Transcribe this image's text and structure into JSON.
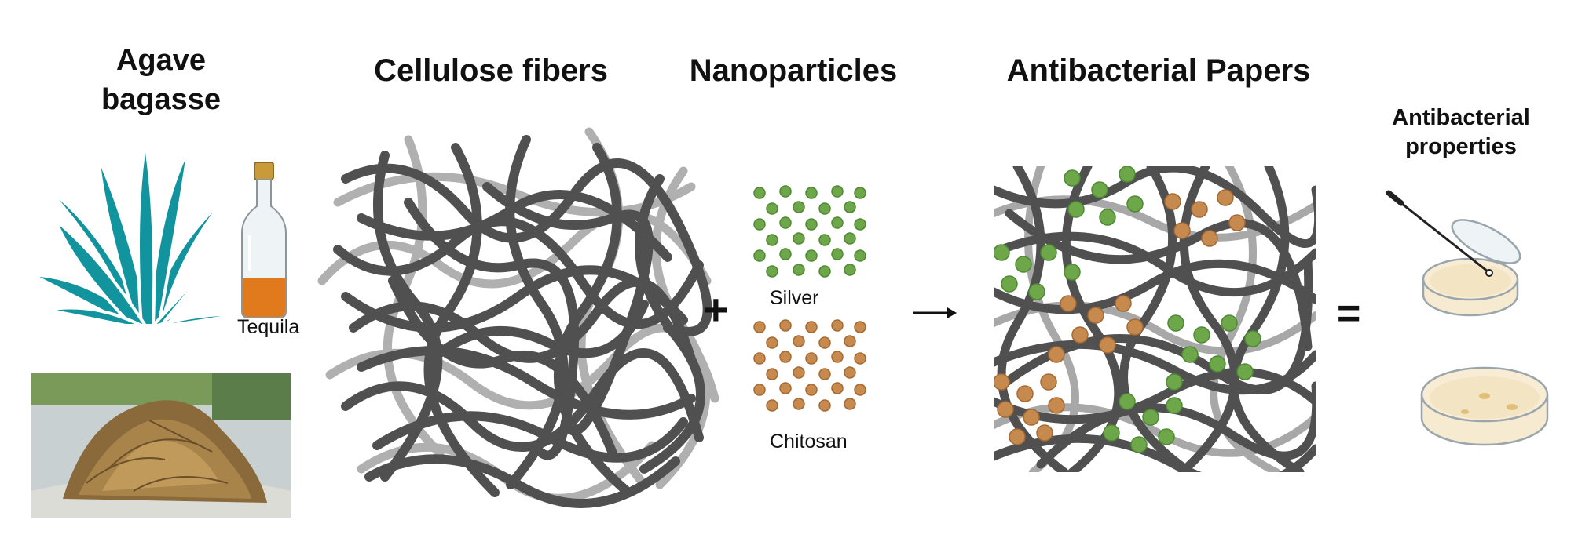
{
  "titles": {
    "agave_line1": "Agave",
    "agave_line2": "bagasse",
    "cellulose": "Cellulose fibers",
    "nanoparticles": "Nanoparticles",
    "papers": "Antibacterial Papers",
    "properties_line1": "Antibacterial",
    "properties_line2": "properties"
  },
  "labels": {
    "tequila": "Tequila",
    "silver": "Silver",
    "chitosan": "Chitosan"
  },
  "symbols": {
    "plus": "+",
    "arrow": "→",
    "equals": "="
  },
  "colors": {
    "agave": "#12949e",
    "fiber_dark": "#555555",
    "fiber_light": "#a8a8a8",
    "silver_np": "#6ea64a",
    "chitosan_np": "#c78a4e",
    "tequila_liquid": "#e07a1c",
    "petri_agar": "#f6ead0"
  },
  "icons": {
    "agave": "agave-plant-icon",
    "bottle": "tequila-bottle-icon",
    "petri_swab": "petri-dish-swab-icon",
    "petri_colonies": "petri-dish-colonies-icon"
  }
}
